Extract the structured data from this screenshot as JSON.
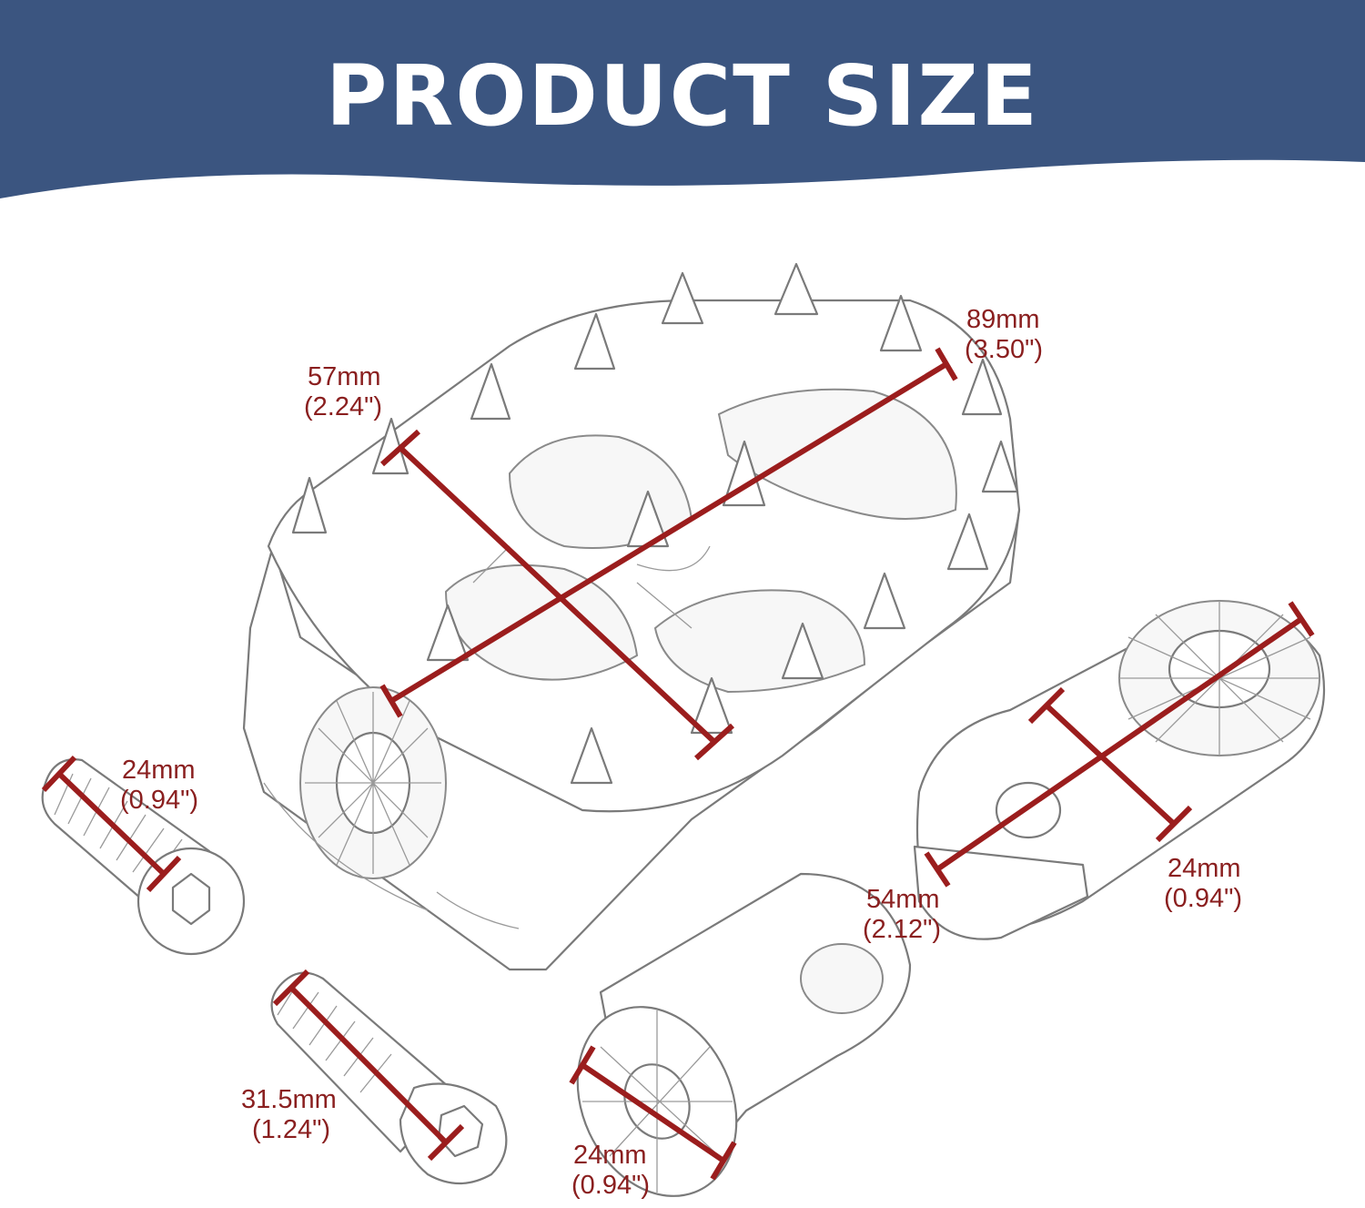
{
  "header": {
    "title": "PRODUCT SIZE",
    "background_color": "#3b5580",
    "text_color": "#ffffff"
  },
  "accent_color": "#9b1d1d",
  "label_color": "#8a1f1f",
  "dimensions": {
    "footpeg_length": {
      "metric": "89mm",
      "imperial": "(3.50\")"
    },
    "footpeg_width": {
      "metric": "57mm",
      "imperial": "(2.24\")"
    },
    "short_bolt": {
      "metric": "24mm",
      "imperial": "(0.94\")"
    },
    "long_bolt": {
      "metric": "31.5mm",
      "imperial": "(1.24\")"
    },
    "mount_diameter": {
      "metric": "24mm",
      "imperial": "(0.94\")"
    },
    "bracket_length": {
      "metric": "54mm",
      "imperial": "(2.12\")"
    },
    "bracket_width": {
      "metric": "24mm",
      "imperial": "(0.94\")"
    }
  }
}
